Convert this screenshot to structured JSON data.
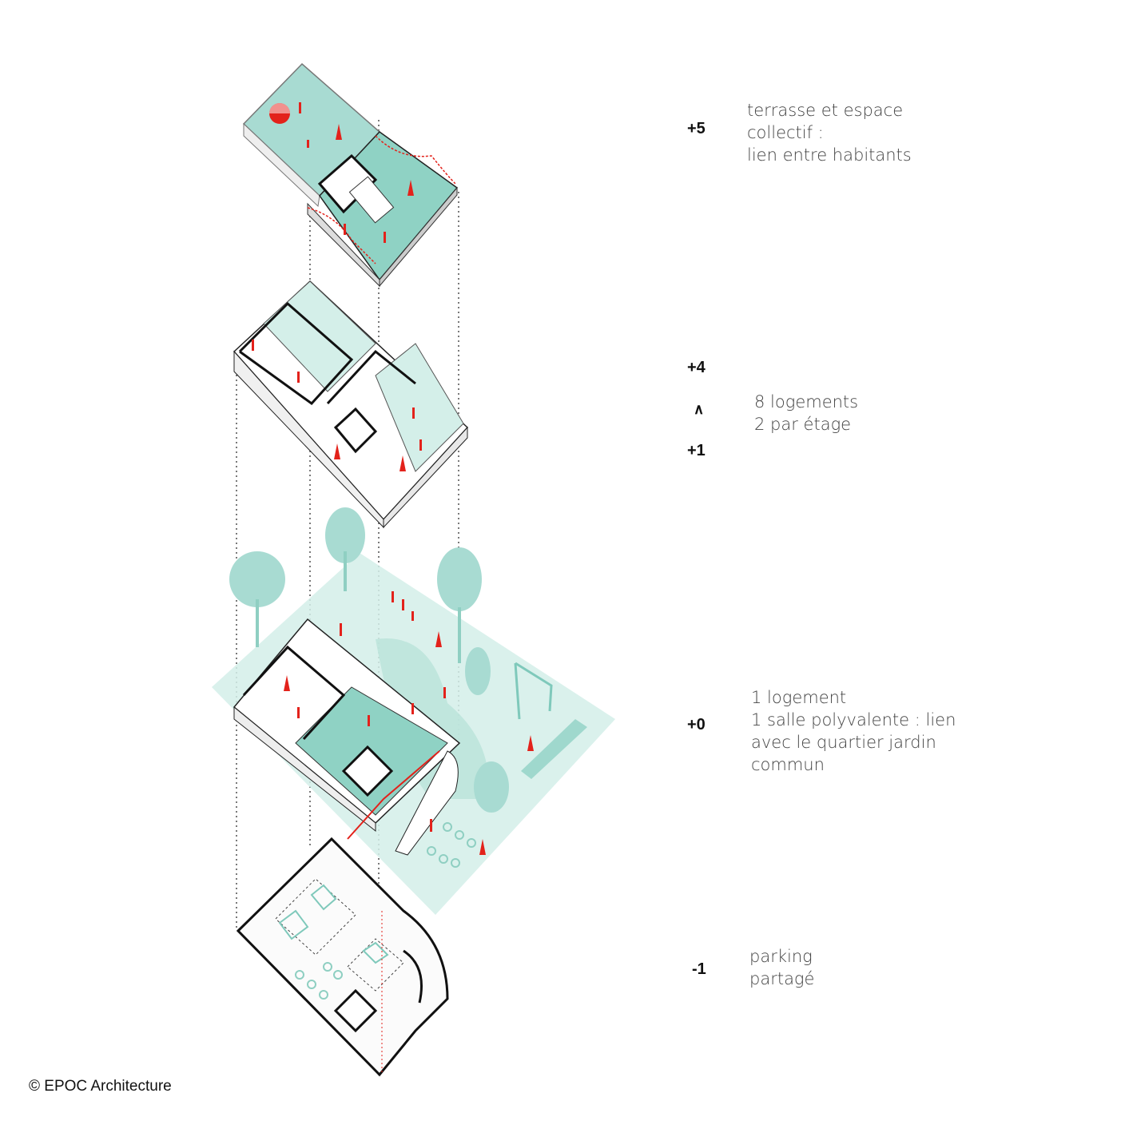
{
  "levels": [
    {
      "label": "+5",
      "lines": [
        "terrasse et espace",
        "collectif :",
        "lien entre habitants"
      ]
    },
    {
      "label_top": "+4",
      "arrow": "∧",
      "label_bottom": "+1",
      "lines": [
        "8 logements",
        "2 par étage"
      ]
    },
    {
      "label": "+0",
      "lines": [
        "1 logement",
        "1 salle polyvalente : lien",
        "avec le quartier jardin",
        "commun"
      ]
    },
    {
      "label": "-1",
      "lines": [
        "parking",
        "partagé"
      ]
    }
  ],
  "credit": "© EPOC Architecture",
  "colors": {
    "teal": "#9fd8cd",
    "teal_light": "#d4efe9",
    "red": "#e3221b",
    "line": "#111111"
  }
}
